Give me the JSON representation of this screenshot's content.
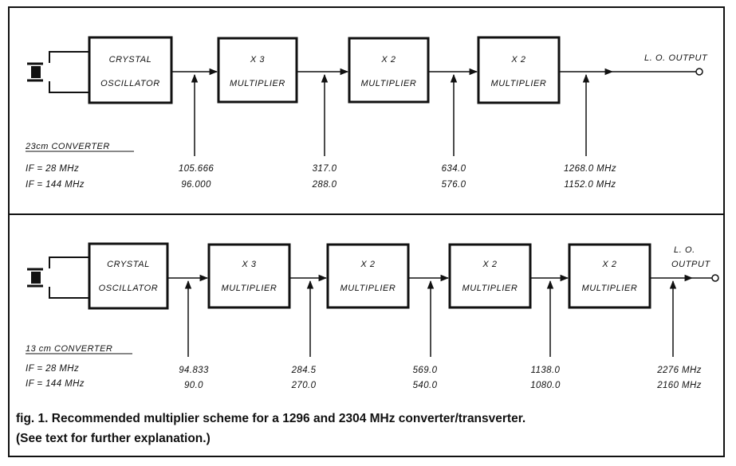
{
  "converters": [
    {
      "heading": "23cm CONVERTER",
      "if_labels": [
        "IF = 28 MHz",
        "IF = 144 MHz"
      ],
      "stages": [
        {
          "line1": "CRYSTAL",
          "line2": "OSCILLATOR"
        },
        {
          "line1": "X 3",
          "line2": "MULTIPLIER"
        },
        {
          "line1": "X 2",
          "line2": "MULTIPLIER"
        },
        {
          "line1": "X 2",
          "line2": "MULTIPLIER"
        }
      ],
      "frequencies": [
        {
          "if28": "105.666",
          "if144": "96.000"
        },
        {
          "if28": "317.0",
          "if144": "288.0"
        },
        {
          "if28": "634.0",
          "if144": "576.0"
        },
        {
          "if28": "1268.0 MHz",
          "if144": "1152.0 MHz"
        }
      ],
      "output_label": [
        "L. O.  OUTPUT"
      ]
    },
    {
      "heading": "13 cm CONVERTER",
      "if_labels": [
        "IF = 28 MHz",
        "IF = 144 MHz"
      ],
      "stages": [
        {
          "line1": "CRYSTAL",
          "line2": "OSCILLATOR"
        },
        {
          "line1": "X 3",
          "line2": "MULTIPLIER"
        },
        {
          "line1": "X 2",
          "line2": "MULTIPLIER"
        },
        {
          "line1": "X 2",
          "line2": "MULTIPLIER"
        },
        {
          "line1": "X 2",
          "line2": "MULTIPLIER"
        }
      ],
      "frequencies": [
        {
          "if28": "94.833",
          "if144": "90.0"
        },
        {
          "if28": "284.5",
          "if144": "270.0"
        },
        {
          "if28": "569.0",
          "if144": "540.0"
        },
        {
          "if28": "1138.0",
          "if144": "1080.0"
        },
        {
          "if28": "2276 MHz",
          "if144": "2160 MHz"
        }
      ],
      "output_label": [
        "L. O.",
        "OUTPUT"
      ]
    }
  ],
  "caption": {
    "line1": "fig. 1. Recommended multiplier scheme for a 1296 and 2304 MHz converter/transverter.",
    "line2": "(See text for further explanation.)"
  }
}
